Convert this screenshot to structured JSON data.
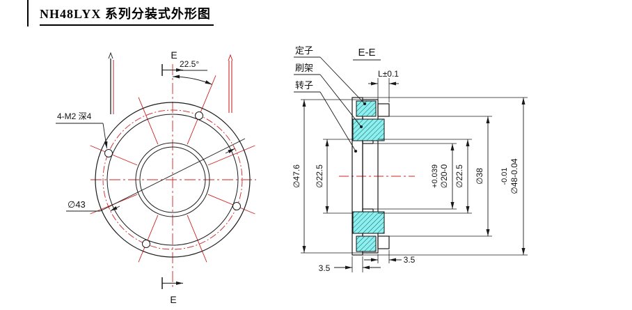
{
  "title": "NH48LYX 系列分装式外形图",
  "front_view": {
    "section_label_top": "E",
    "section_label_bottom": "E",
    "angle_label": "22.5°",
    "thread_note": "4-M2 深4",
    "bolt_circle": "∅43"
  },
  "section_view": {
    "view_title": "E-E",
    "labels": {
      "stator": "定子",
      "brush": "刷架",
      "rotor": "转子"
    },
    "dims": {
      "axial_length": "L±0.1",
      "dia_47_6": "∅47.6",
      "dia_22_5_left": "∅22.5",
      "dia_20_tol": "+0.039",
      "dia_20": "∅20-0",
      "dia_22_5_right": "∅22.5",
      "dia_38": "∅38",
      "dia_48_tol": "-0.01",
      "dia_48": "∅48-0.04",
      "wall_left": "3.5",
      "wall_right": "3.5"
    }
  },
  "colors": {
    "centerline_red": "#cf2222",
    "hatch_cyan": "#8df0ee",
    "line_black": "#1a1a1a"
  }
}
